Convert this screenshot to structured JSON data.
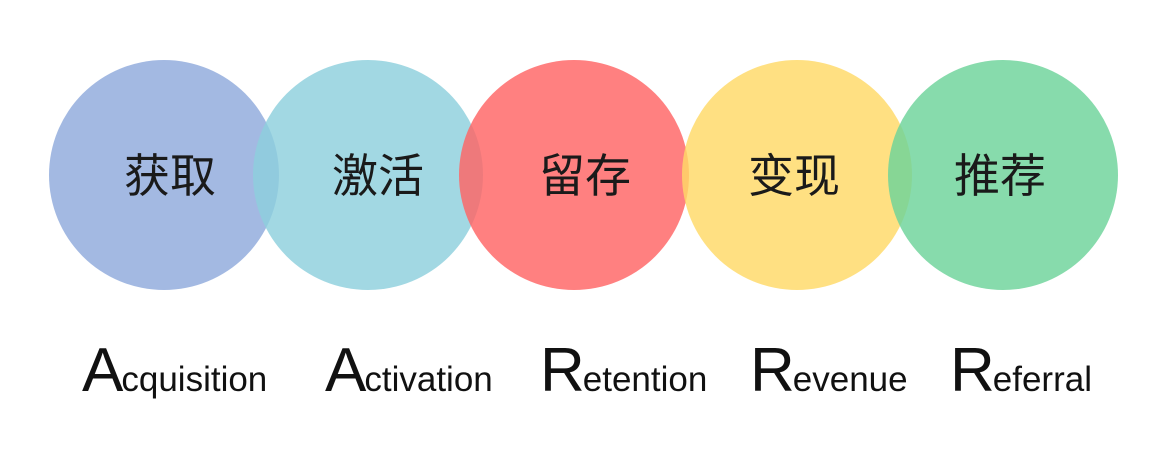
{
  "stages": [
    {
      "id": "acquisition",
      "cn": "获取",
      "initial": "A",
      "rest": "cquisition",
      "color": "#8FA9DC"
    },
    {
      "id": "activation",
      "cn": "激活",
      "initial": "A",
      "rest": "ctivation",
      "color": "#8ECFDD"
    },
    {
      "id": "retention",
      "cn": "留存",
      "initial": "R",
      "rest": "etention",
      "color": "#FF6464"
    },
    {
      "id": "revenue",
      "cn": "变现",
      "initial": "R",
      "rest": "evenue",
      "color": "#FFD966"
    },
    {
      "id": "referral",
      "cn": "推荐",
      "initial": "R",
      "rest": "eferral",
      "color": "#6DD39A"
    }
  ]
}
